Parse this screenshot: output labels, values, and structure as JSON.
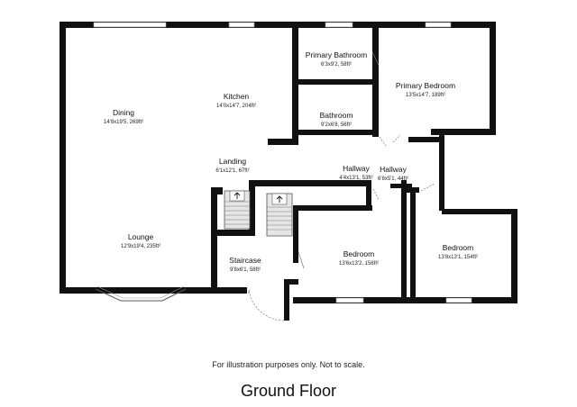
{
  "plan": {
    "rooms": [
      {
        "name": "Dining",
        "dims": "14'8x19'5, 269ft²"
      },
      {
        "name": "Kitchen",
        "dims": "14'0x14'7, 204ft²"
      },
      {
        "name": "Primary Bathroom",
        "dims": "6'3x9'2, 58ft²"
      },
      {
        "name": "Primary Bedroom",
        "dims": "13'5x14'7, 189ft²"
      },
      {
        "name": "Bathroom",
        "dims": "9'2x6'8, 56ft²"
      },
      {
        "name": "Landing",
        "dims": "6'1x12'1, 67ft²"
      },
      {
        "name": "Hallway",
        "dims": "4'4x13'1, 53ft²"
      },
      {
        "name": "Hallway",
        "dims": "6'8x5'1, 44ft²"
      },
      {
        "name": "Lounge",
        "dims": "12'9x19'4, 235ft²"
      },
      {
        "name": "Staircase",
        "dims": "9'8x6'1, 58ft²"
      },
      {
        "name": "Bedroom",
        "dims": "13'6x13'2, 156ft²"
      },
      {
        "name": "Bedroom",
        "dims": "13'8x13'1, 154ft²"
      }
    ]
  },
  "footer": {
    "disclaimer": "For illustration purposes only. Not to scale.",
    "floor_title": "Ground Floor"
  }
}
